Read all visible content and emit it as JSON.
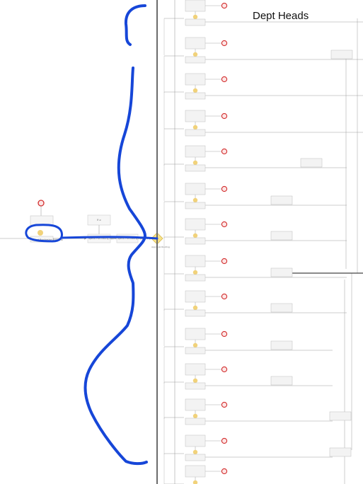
{
  "header": {
    "title": "Dept Heads"
  },
  "nodes": {
    "start_task_label": "Spend Purchasing Approval",
    "condition_label": "If ≥",
    "approval_label": "Spend Purchasing Approval",
    "gateway_label": "Approval Routing",
    "final_label": "Final Approval"
  },
  "colors": {
    "task_fill": "#f3f3f3",
    "task_border": "#bdbdbd",
    "connector": "#9e9e9e",
    "swimlane": "#6b6b6b",
    "end_event": "#d32f2f",
    "gateway": "#f7e28a",
    "handle": "#f1d27a",
    "annotation": "#1646d8"
  },
  "icons": [
    "end-event-icon",
    "gateway-icon",
    "user-task-icon"
  ]
}
